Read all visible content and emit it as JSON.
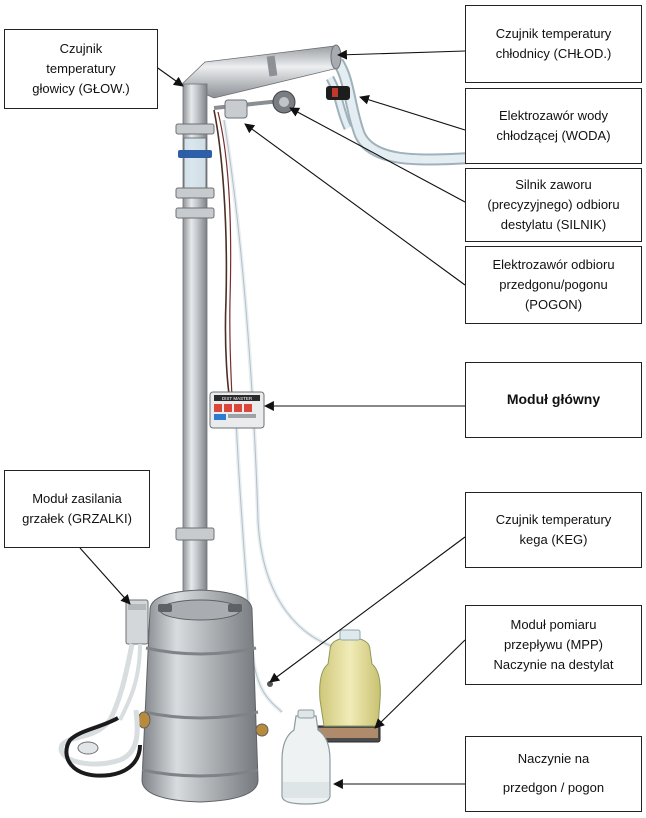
{
  "labels": {
    "glow": [
      "Czujnik",
      "temperatury",
      "głowicy (GŁOW.)"
    ],
    "chlod": [
      "Czujnik temperatury",
      "chłodnicy (CHŁOD.)"
    ],
    "woda": [
      "Elektrozawór wody",
      "chłodzącej (WODA)"
    ],
    "silnik": [
      "Silnik zaworu",
      "(precyzyjnego) odbioru",
      "destylatu (SILNIK)"
    ],
    "pogon": [
      "Elektrozawór odbioru",
      "przedgonu/pogonu",
      "(POGON)"
    ],
    "modul": [
      "Moduł główny"
    ],
    "grzalki": [
      "Moduł zasilania",
      "grzałek (GRZALKI)"
    ],
    "keg": [
      "Czujnik temperatury",
      "kega (KEG)"
    ],
    "mpp": [
      "Moduł pomiaru",
      "przepływu (MPP)",
      "Naczynie na destylat"
    ],
    "przedgon": [
      "Naczynie na",
      "przedgon / pogon"
    ]
  },
  "device_panel_text": "DIST MASTER",
  "colors": {
    "steel": "#b9bcbf",
    "tube": "#dde6ea",
    "distillate": "#e6e2a2",
    "line": "#111111"
  }
}
